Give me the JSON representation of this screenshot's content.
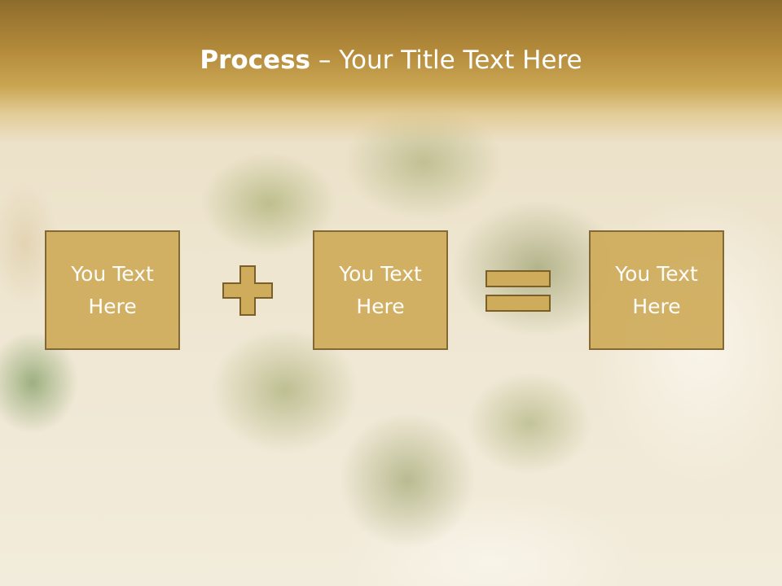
{
  "title": {
    "bold": "Process",
    "rest": " – Your Title Text Here"
  },
  "boxes": [
    {
      "line1": "You Text",
      "line2": "Here"
    },
    {
      "line1": "You Text",
      "line2": "Here"
    },
    {
      "line1": "You Text",
      "line2": "Here"
    }
  ],
  "operators": {
    "first": "plus-icon",
    "second": "equals-icon"
  },
  "colors": {
    "header": "#b38a3a",
    "box_fill": "#cfac5b",
    "box_border": "#7a5f27",
    "text": "#ffffff"
  }
}
